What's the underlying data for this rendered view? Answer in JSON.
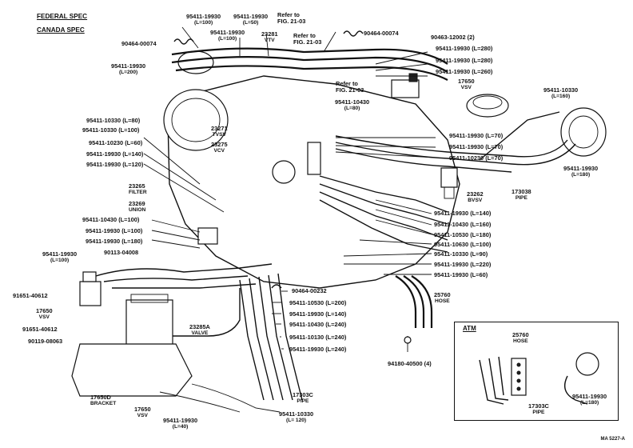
{
  "header": {
    "line1": "FEDERAL SPEC",
    "line2": "CANADA SPEC"
  },
  "labels": {
    "p90464_00074_l": "90464-00074",
    "p95411_19930_100a": "95411-19930",
    "p95411_19930_100a_sub": "(L=100)",
    "p95411_19930_100b": "95411-19930",
    "p95411_19930_100b_sub": "(L=100)",
    "p95411_19930_50": "95411-19930",
    "p95411_19930_50_sub": "(L=50)",
    "p23281": "23281",
    "p23281_sub": "VTV",
    "ref_fig_a": "Refer to",
    "ref_fig_a2": "FIG. 21-03",
    "ref_fig_b": "Refer to",
    "ref_fig_b2": "FIG. 21-03",
    "p90464_00074_r": "90464-00074",
    "p90463_12002": "90463-12002 (2)",
    "p95411_19930_200": "95411-19930",
    "p95411_19930_200_sub": "(L=200)",
    "p95411_19930_280a": "95411-19930 (L=280)",
    "p95411_19930_280b": "95411-19930 (L=280)",
    "p95411_19930_260": "95411-19930 (L=260)",
    "p17650_top": "17650",
    "p17650_top_sub": "VSV",
    "ref_fig_c": "Refer to",
    "ref_fig_c2": "FIG. 21-03",
    "p95411_10430_80": "95411-10430",
    "p95411_10430_80_sub": "(L=80)",
    "p95411_10330_160": "95411-10330",
    "p95411_10330_160_sub": "(L=160)",
    "p95411_10330_80": "95411-10330 (L=80)",
    "p95411_10330_100": "95411-10330 (L=100)",
    "p95411_10230_60": "95411-10230 (L=60)",
    "p95411_19930_140a": "95411-19930 (L=140)",
    "p95411_19930_120": "95411-19930 (L=120)",
    "p23271": "23271",
    "p23271_sub": "TVSV",
    "p23275": "23275",
    "p23275_sub": "VCV",
    "p95411_19930_70a": "95411-19930 (L=70)",
    "p95411_19930_70b": "95411-19930 (L=70)",
    "p95411_10230_70": "95411-10230 (L=70)",
    "p95411_19930_180r": "95411-19930",
    "p95411_19930_180r_sub": "(L=180)",
    "p23265": "23265",
    "p23265_sub": "FILTER",
    "p23269": "23269",
    "p23269_sub": "UNION",
    "p23262": "23262",
    "p23262_sub": "BVSV",
    "p173038": "173038",
    "p173038_sub": "PIPE",
    "p95411_10430_100": "95411-10430 (L=100)",
    "p95411_19930_100c": "95411-19930 (L=100)",
    "p95411_19930_180l": "95411-19930 (L=180)",
    "p95411_19930_140b": "95411-19930 (L=140)",
    "p95411_10430_160": "95411-10430 (L=160)",
    "p95411_10530_180": "95411-10530 (L=180)",
    "p95411_10630_100": "95411-10630 (L=100)",
    "p95411_10330_90": "95411-10330 (L=90)",
    "p95411_19930_220": "95411-19930 (L=220)",
    "p95411_19930_60": "95411-19930 (L=60)",
    "p95411_19930_100d": "95411-19930",
    "p95411_19930_100d_sub": "(L=100)",
    "p90113_04008": "90113-04008",
    "p91651_40612a": "91651-40612",
    "p17650_left": "17650",
    "p17650_left_sub": "VSV",
    "p91651_40612b": "91651-40612",
    "p90119_08063": "90119-08063",
    "p90464_00232": "90464-00232",
    "p25760": "25760",
    "p25760_sub": "HOSE",
    "p95411_10530_200": "95411-10530 (L=200)",
    "p95411_19930_140c": "95411-19930 (L=140)",
    "p95411_10430_240": "95411-10430 (L=240)",
    "p95411_10130_240": "95411-10130 (L=240)",
    "p95411_19930_240": "95411-19930 (L=240)",
    "p23285a": "23285A",
    "p23285a_sub": "VALVE",
    "p94180_40500": "94180-40500 (4)",
    "p17650d": "17650D",
    "p17650d_sub": "BRACKET",
    "p17650_bot": "17650",
    "p17650_bot_sub": "VSV",
    "p95411_19930_40": "95411-19930",
    "p95411_19930_40_sub": "(L=40)",
    "p95411_10330_120": "95411-10330",
    "p95411_10330_120_sub": "(L= 120)",
    "p17303c_main": "17303C",
    "p17303c_main_sub": "PIPE"
  },
  "atm": {
    "title": "ATM",
    "p25760": "25760",
    "p25760_sub": "HOSE",
    "p17303c": "17303C",
    "p17303c_sub": "PIPE",
    "p95411_19930": "95411-19930",
    "p95411_19930_sub": "(L=180)"
  },
  "footer_code": "MA 5227-A"
}
